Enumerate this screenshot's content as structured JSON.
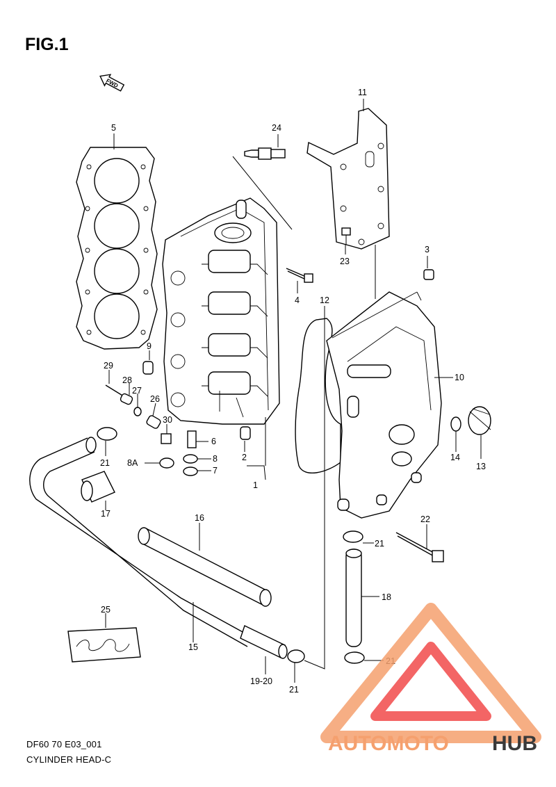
{
  "figure": {
    "title": "FIG.1"
  },
  "direction_marker": {
    "text": "FWD"
  },
  "captions": {
    "line1": "DF60 70 E03_001",
    "line2": "CYLINDER HEAD-C"
  },
  "watermark": {
    "part1": "AUTOMOTO",
    "part2": "HUB",
    "color_light": "#f5a06e",
    "color_red": "#f24b4b",
    "color_dark": "#3a3a3a"
  },
  "callouts": [
    {
      "id": "c5",
      "text": "5"
    },
    {
      "id": "c24",
      "text": "24"
    },
    {
      "id": "c11",
      "text": "11"
    },
    {
      "id": "c3",
      "text": "3"
    },
    {
      "id": "c23",
      "text": "23"
    },
    {
      "id": "c4",
      "text": "4"
    },
    {
      "id": "c12",
      "text": "12"
    },
    {
      "id": "c9",
      "text": "9"
    },
    {
      "id": "c10",
      "text": "10"
    },
    {
      "id": "c29",
      "text": "29"
    },
    {
      "id": "c28",
      "text": "28"
    },
    {
      "id": "c27",
      "text": "27"
    },
    {
      "id": "c26",
      "text": "26"
    },
    {
      "id": "c30",
      "text": "30"
    },
    {
      "id": "c6",
      "text": "6"
    },
    {
      "id": "c2",
      "text": "2"
    },
    {
      "id": "c8",
      "text": "8"
    },
    {
      "id": "c8a",
      "text": "8A"
    },
    {
      "id": "c7",
      "text": "7"
    },
    {
      "id": "c1",
      "text": "1"
    },
    {
      "id": "c14",
      "text": "14"
    },
    {
      "id": "c13",
      "text": "13"
    },
    {
      "id": "c21a",
      "text": "21"
    },
    {
      "id": "c17",
      "text": "17"
    },
    {
      "id": "c16",
      "text": "16"
    },
    {
      "id": "c22",
      "text": "22"
    },
    {
      "id": "c21b",
      "text": "21"
    },
    {
      "id": "c18",
      "text": "18"
    },
    {
      "id": "c25",
      "text": "25"
    },
    {
      "id": "c15",
      "text": "15"
    },
    {
      "id": "c1920",
      "text": "19-20"
    },
    {
      "id": "c21c",
      "text": "21"
    },
    {
      "id": "c21d",
      "text": "21"
    }
  ]
}
